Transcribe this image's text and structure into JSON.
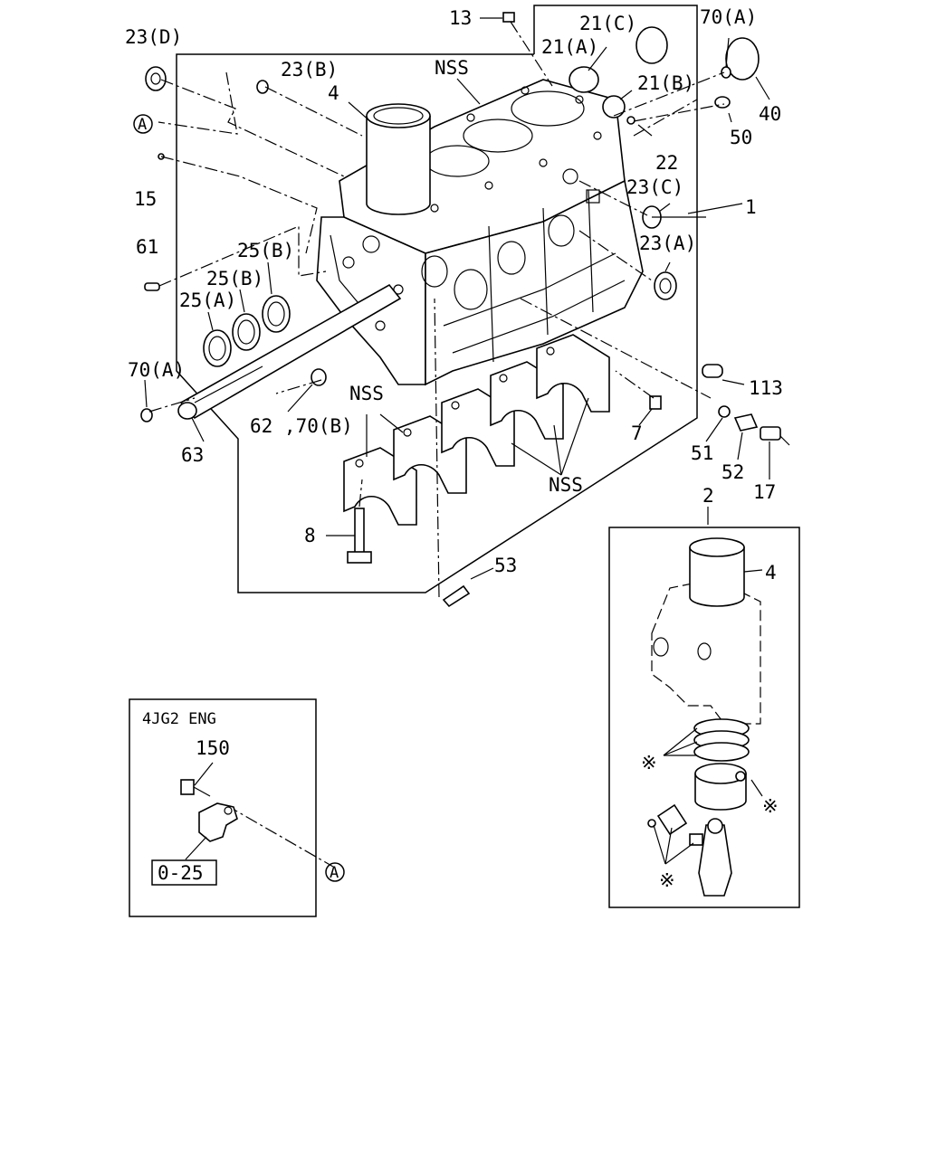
{
  "callouts": {
    "c13": "13",
    "c21c": "21(C)",
    "c70a_top": "70(A)",
    "c23d": "23(D)",
    "c23b": "23(B)",
    "c21a": "21(A)",
    "c21b": "21(B)",
    "c40": "40",
    "c4_main": "4",
    "nss_top": "NSS",
    "c50": "50",
    "ref_a_left": "A",
    "c22": "22",
    "c23c": "23(C)",
    "c15": "15",
    "c1": "1",
    "c61": "61",
    "c25b_1": "25(B)",
    "c23a": "23(A)",
    "c25b_2": "25(B)",
    "c25a": "25(A)",
    "c70a_left": "70(A)",
    "c113": "113",
    "nss_mid": "NSS",
    "c62_70b": "62 ,70(B)",
    "c7": "7",
    "c51": "51",
    "c63": "63",
    "c52": "52",
    "c17": "17",
    "nss_caps": "NSS",
    "c2": "2",
    "c8": "8",
    "c53": "53",
    "c4_inset": "4",
    "ast_1": "※",
    "ast_2": "※",
    "ast_3": "※"
  },
  "inset_4jg2": {
    "title": "4JG2 ENG",
    "c150": "150",
    "ref_box": "0-25",
    "ref_a": "A"
  }
}
